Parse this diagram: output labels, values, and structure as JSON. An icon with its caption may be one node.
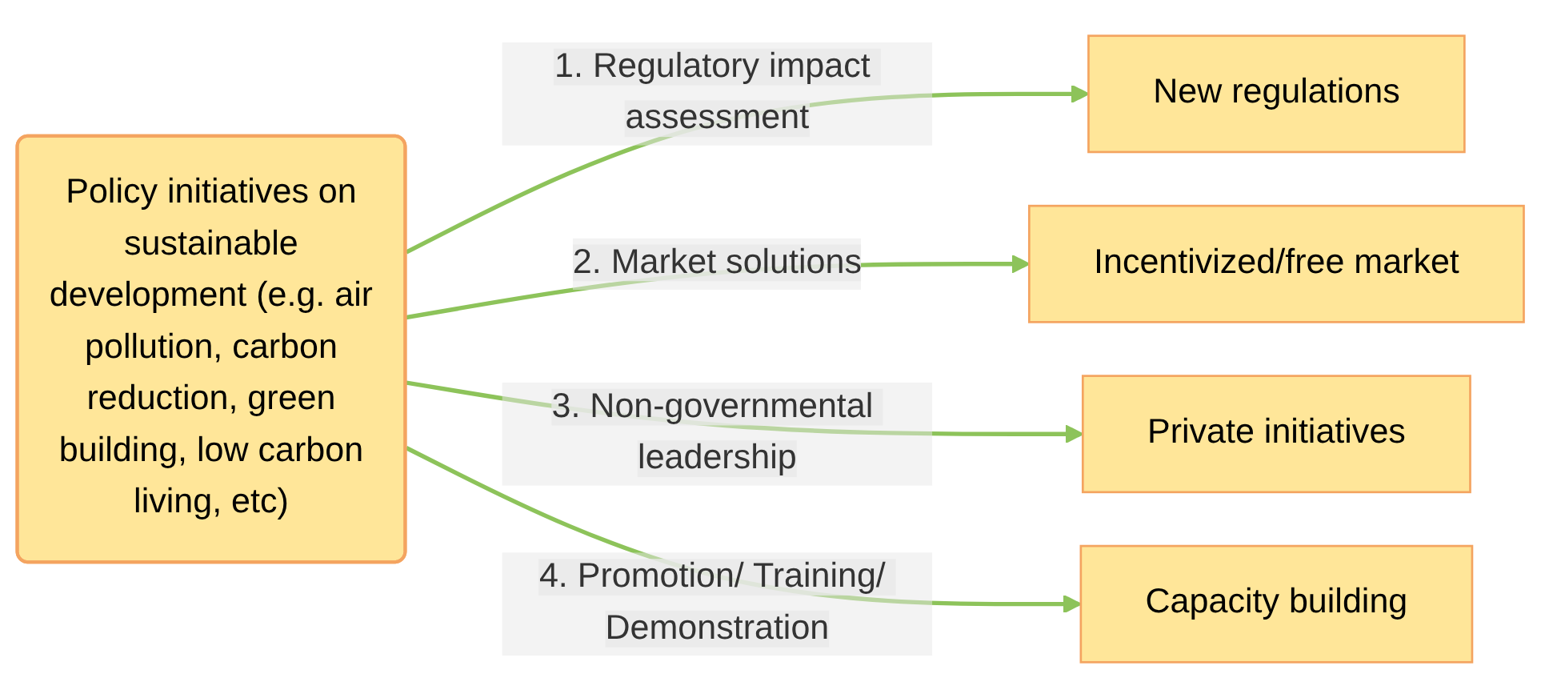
{
  "diagram": {
    "nodes": [
      {
        "text": [
          "Policy initiatives on sustainable development (e.g. air pollution, carbon reduction, green building, low carbon living, etc)"
        ]
      },
      {
        "text": [
          "New regulations"
        ]
      },
      {
        "text": [
          "Incentivized/free market"
        ]
      },
      {
        "text": [
          "Private initiatives"
        ]
      },
      {
        "text": [
          "Capacity building"
        ]
      }
    ],
    "edges": [
      {
        "from": 0,
        "to": 1,
        "arrow": "to",
        "label": "1. Regulatory impact assessment"
      },
      {
        "from": 0,
        "to": 2,
        "arrow": "to",
        "label": "2. Market solutions"
      },
      {
        "from": 0,
        "to": 3,
        "arrow": "to",
        "label": "3. Non-governmental leadership"
      },
      {
        "from": 0,
        "to": 4,
        "arrow": "to",
        "label": "4. Promotion/ Training/ Demonstration"
      }
    ]
  }
}
